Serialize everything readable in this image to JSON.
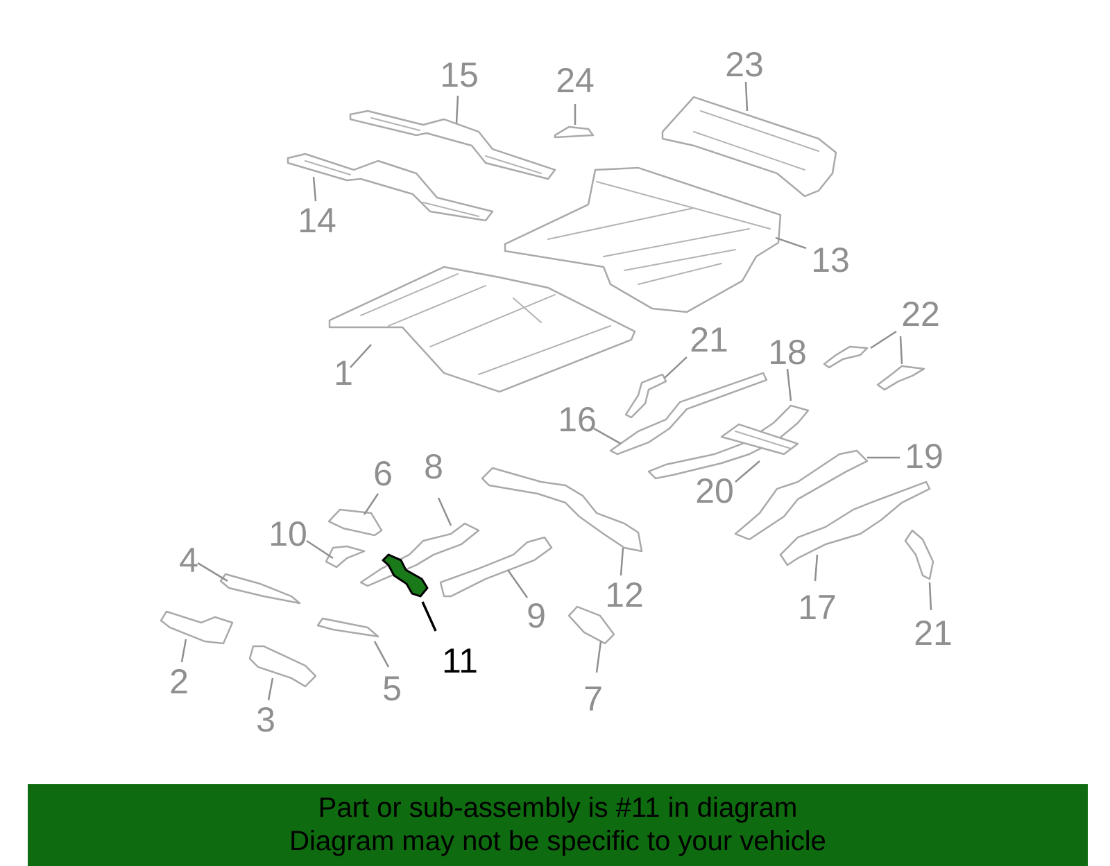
{
  "diagram": {
    "highlight_part": "11",
    "colors": {
      "part_stroke": "#a9a9a9",
      "callout_text": "#8f8f8f",
      "highlight_fill": "#1a7a1a",
      "highlight_stroke": "#000000",
      "highlight_text": "#000000",
      "banner_background": "#0f6b0f",
      "banner_text": "#000000"
    },
    "callouts": [
      {
        "id": "c1",
        "label": "1"
      },
      {
        "id": "c2",
        "label": "2"
      },
      {
        "id": "c3",
        "label": "3"
      },
      {
        "id": "c4",
        "label": "4"
      },
      {
        "id": "c5",
        "label": "5"
      },
      {
        "id": "c6",
        "label": "6"
      },
      {
        "id": "c7",
        "label": "7"
      },
      {
        "id": "c8",
        "label": "8"
      },
      {
        "id": "c9",
        "label": "9"
      },
      {
        "id": "c10",
        "label": "10"
      },
      {
        "id": "c11",
        "label": "11"
      },
      {
        "id": "c12",
        "label": "12"
      },
      {
        "id": "c13",
        "label": "13"
      },
      {
        "id": "c14",
        "label": "14"
      },
      {
        "id": "c15",
        "label": "15"
      },
      {
        "id": "c16",
        "label": "16"
      },
      {
        "id": "c17",
        "label": "17"
      },
      {
        "id": "c18",
        "label": "18"
      },
      {
        "id": "c19",
        "label": "19"
      },
      {
        "id": "c20",
        "label": "20"
      },
      {
        "id": "c21a",
        "label": "21"
      },
      {
        "id": "c21b",
        "label": "21"
      },
      {
        "id": "c22",
        "label": "22"
      },
      {
        "id": "c23",
        "label": "23"
      },
      {
        "id": "c24",
        "label": "24"
      }
    ]
  },
  "banner": {
    "line1": "Part or sub-assembly is #11 in diagram",
    "line2": "Diagram may not be specific to your vehicle"
  }
}
